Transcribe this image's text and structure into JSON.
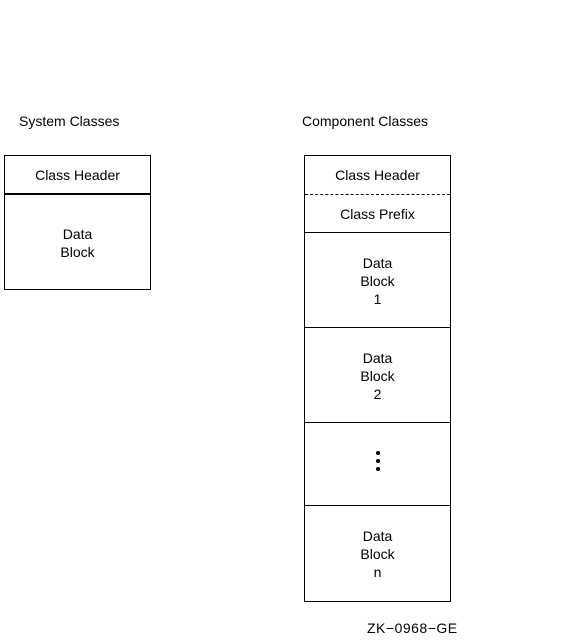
{
  "system": {
    "title": "System Classes",
    "header": "Class Header",
    "block_line1": "Data",
    "block_line2": "Block"
  },
  "component": {
    "title": "Component Classes",
    "header": "Class Header",
    "prefix": "Class Prefix",
    "blocks": [
      {
        "line1": "Data",
        "line2": "Block",
        "line3": "1"
      },
      {
        "line1": "Data",
        "line2": "Block",
        "line3": "2"
      },
      {
        "line1": "Data",
        "line2": "Block",
        "line3": "n"
      }
    ]
  },
  "figure_id": "ZK−0968−GE"
}
